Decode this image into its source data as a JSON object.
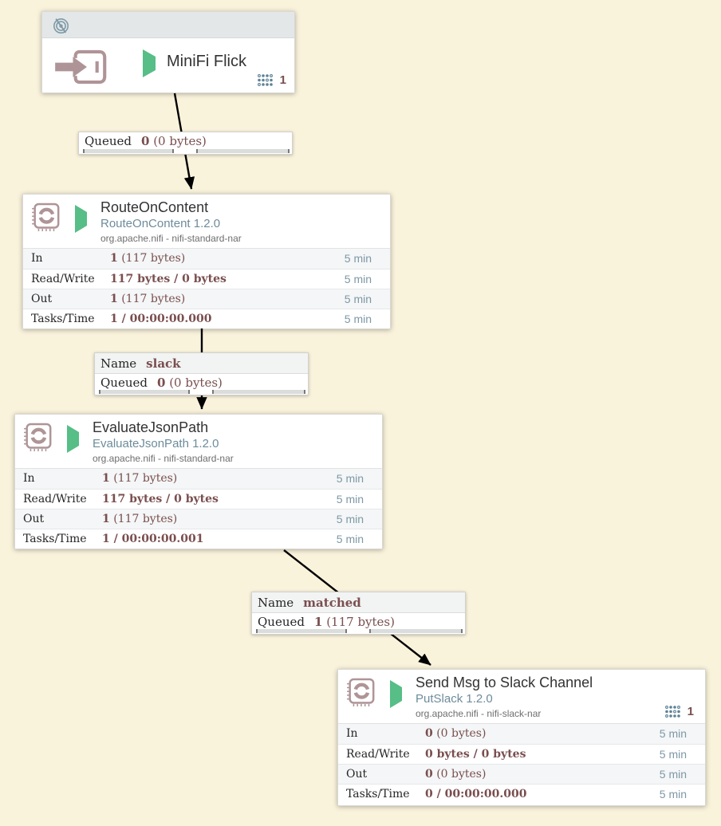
{
  "colors": {
    "canvas_bg": "#FAF3DC",
    "component_icon_rosy": "#AF9497",
    "running_status_green": "#56BE86",
    "stat_value_maroon": "#7A4E4E",
    "time_window_blue": "#7E98A6",
    "badge_dots_blue": "#5E8294"
  },
  "input_port": {
    "title": "MiniFi Flick",
    "instance_count": "1"
  },
  "connections": [
    {
      "queued_label": "Queued",
      "queued_count": "0",
      "queued_size": " (0 bytes)"
    },
    {
      "name_label": "Name",
      "name_value": "slack",
      "queued_label": "Queued",
      "queued_count": "0",
      "queued_size": " (0 bytes)"
    },
    {
      "name_label": "Name",
      "name_value": "matched",
      "queued_label": "Queued",
      "queued_count": "1",
      "queued_size": " (117 bytes)"
    }
  ],
  "processors": [
    {
      "title": "RouteOnContent",
      "type_version": "RouteOnContent 1.2.0",
      "bundle": "org.apache.nifi - nifi-standard-nar",
      "stats": [
        {
          "label": "In",
          "value_bold": "1",
          "value_rest": " (117 bytes)",
          "window": "5 min"
        },
        {
          "label": "Read/Write",
          "value_bold": "117 bytes / 0 bytes",
          "value_rest": "",
          "window": "5 min"
        },
        {
          "label": "Out",
          "value_bold": "1",
          "value_rest": " (117 bytes)",
          "window": "5 min"
        },
        {
          "label": "Tasks/Time",
          "value_bold": "1 / 00:00:00.000",
          "value_rest": "",
          "window": "5 min"
        }
      ]
    },
    {
      "title": "EvaluateJsonPath",
      "type_version": "EvaluateJsonPath 1.2.0",
      "bundle": "org.apache.nifi - nifi-standard-nar",
      "stats": [
        {
          "label": "In",
          "value_bold": "1",
          "value_rest": " (117 bytes)",
          "window": "5 min"
        },
        {
          "label": "Read/Write",
          "value_bold": "117 bytes / 0 bytes",
          "value_rest": "",
          "window": "5 min"
        },
        {
          "label": "Out",
          "value_bold": "1",
          "value_rest": " (117 bytes)",
          "window": "5 min"
        },
        {
          "label": "Tasks/Time",
          "value_bold": "1 / 00:00:00.001",
          "value_rest": "",
          "window": "5 min"
        }
      ]
    },
    {
      "title": "Send Msg to Slack Channel",
      "type_version": "PutSlack 1.2.0",
      "bundle": "org.apache.nifi - nifi-slack-nar",
      "instance_count": "1",
      "stats": [
        {
          "label": "In",
          "value_bold": "0",
          "value_rest": " (0 bytes)",
          "window": "5 min"
        },
        {
          "label": "Read/Write",
          "value_bold": "0 bytes / 0 bytes",
          "value_rest": "",
          "window": "5 min"
        },
        {
          "label": "Out",
          "value_bold": "0",
          "value_rest": " (0 bytes)",
          "window": "5 min"
        },
        {
          "label": "Tasks/Time",
          "value_bold": "0 / 00:00:00.000",
          "value_rest": "",
          "window": "5 min"
        }
      ]
    }
  ]
}
